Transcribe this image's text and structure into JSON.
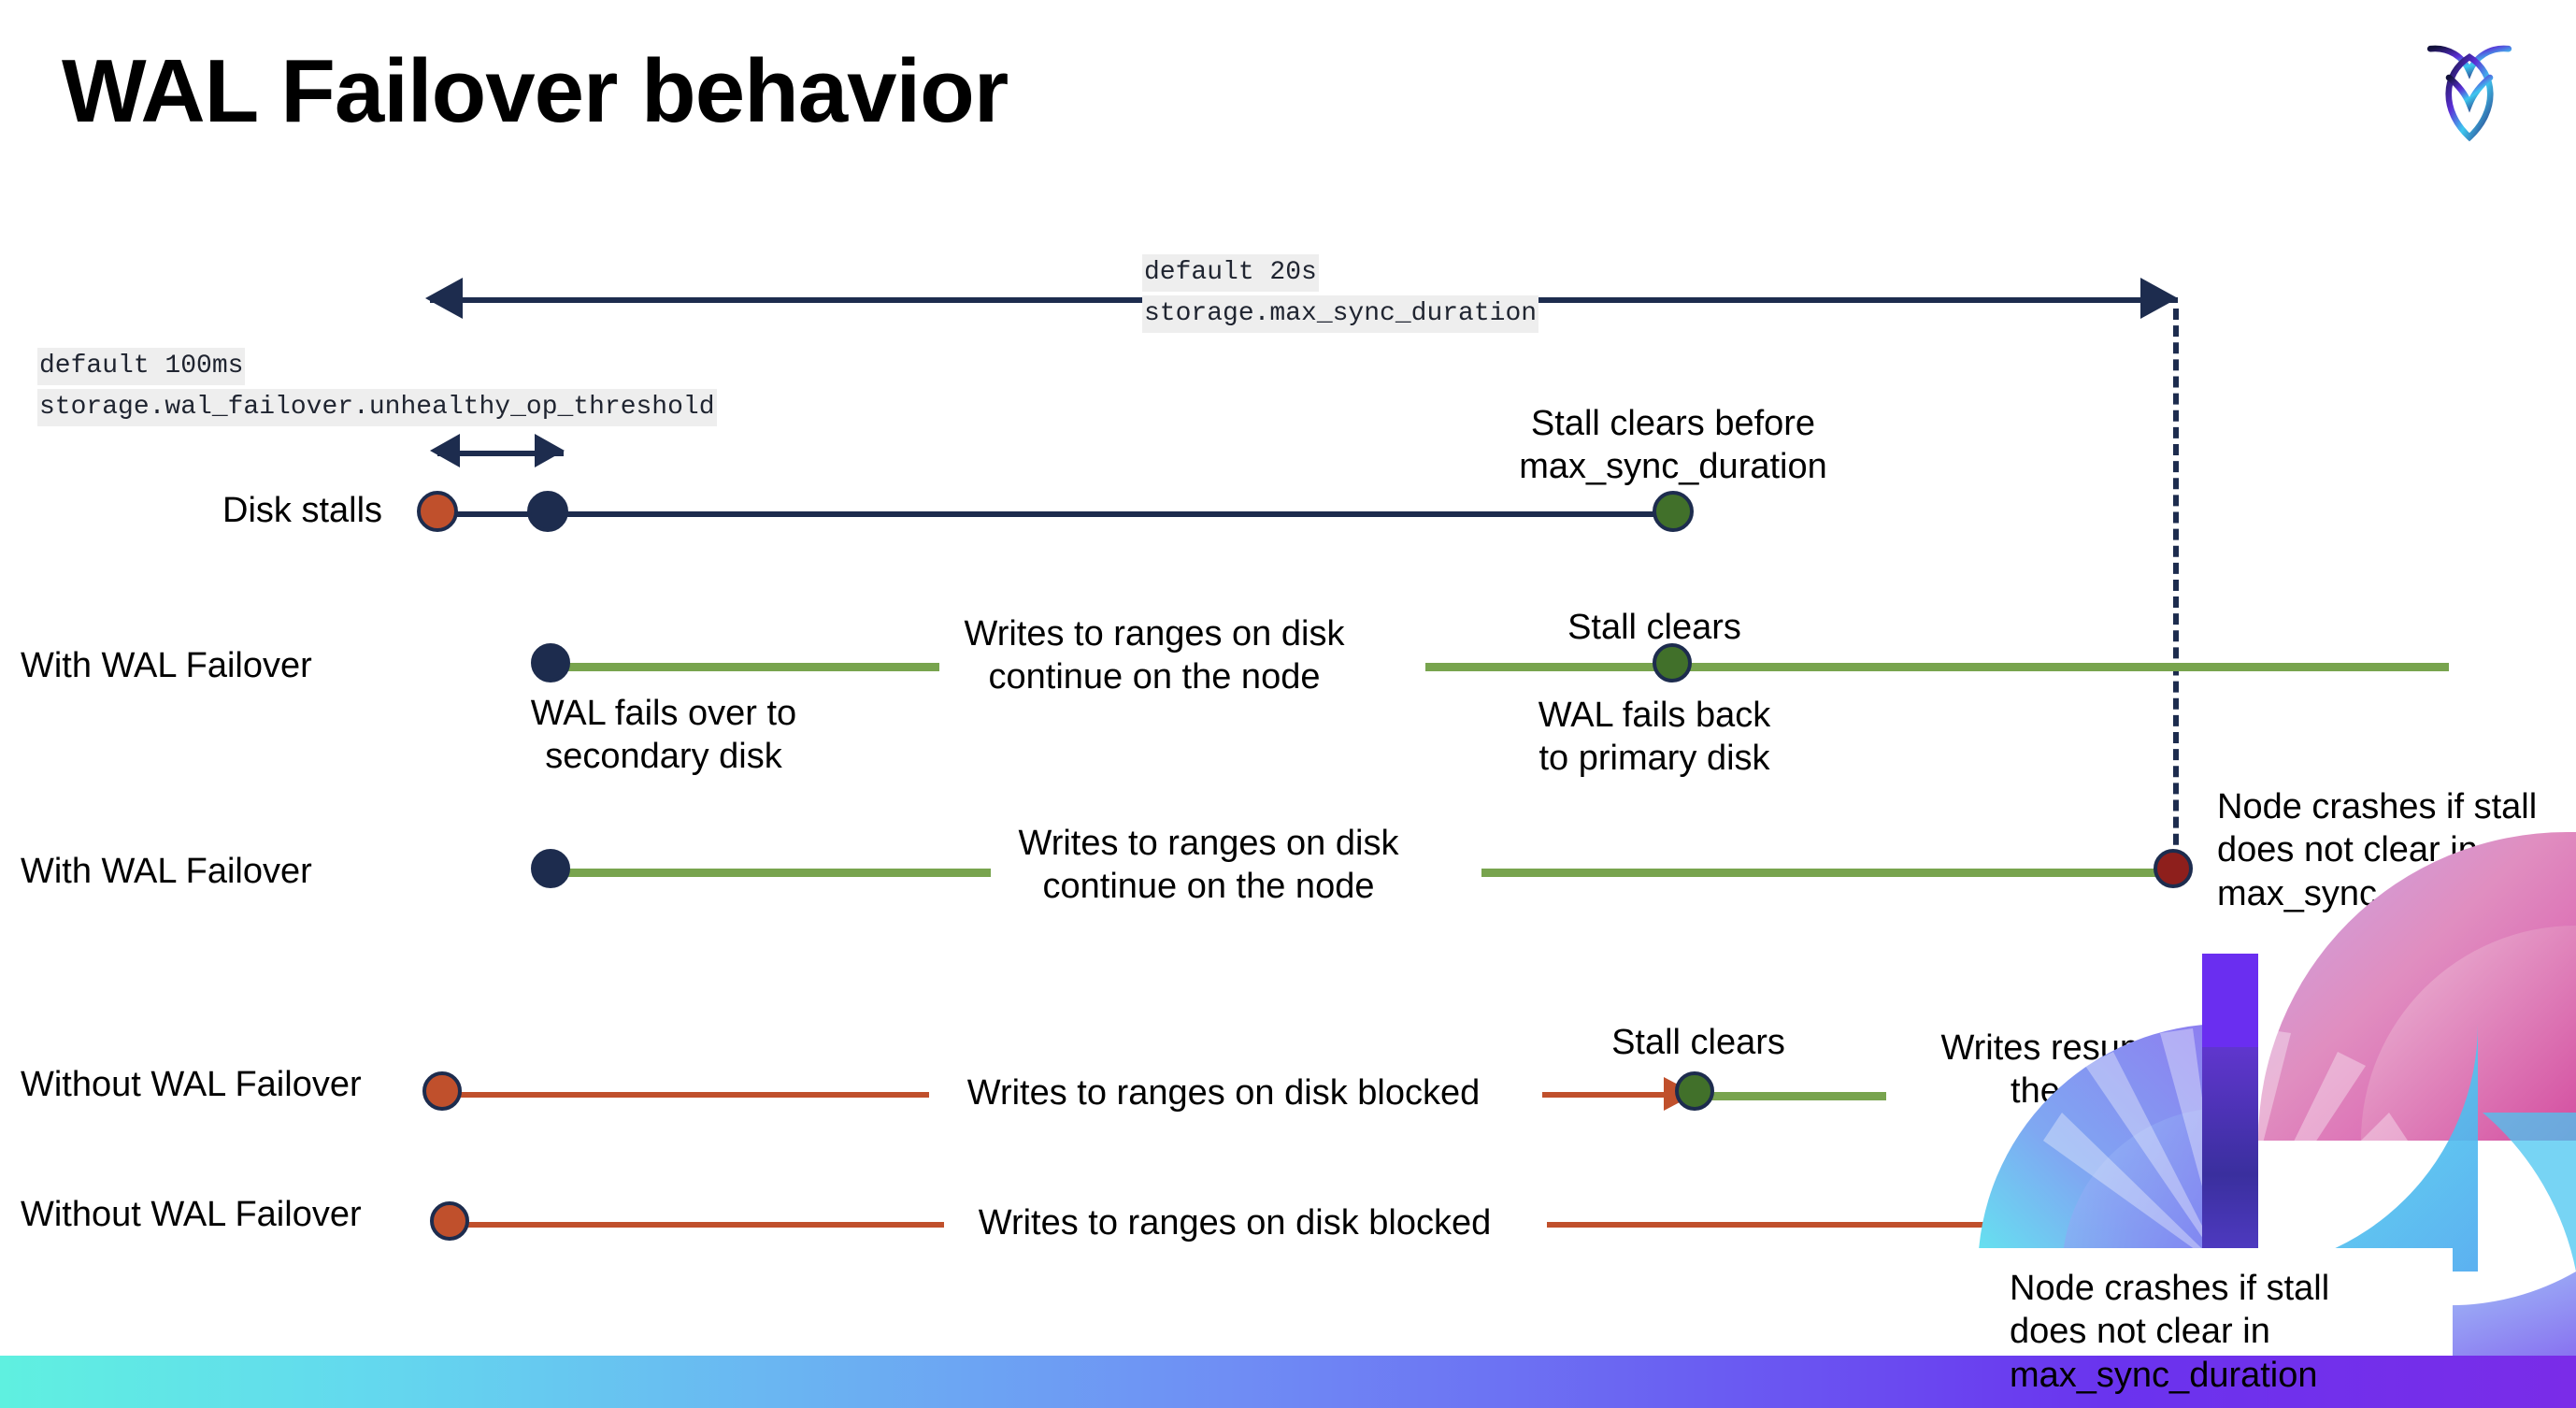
{
  "slide": {
    "title": "WAL Failover behavior",
    "logo_name": "cockroachdb-logo",
    "background": "#ffffff",
    "accent_bar_colors": [
      "#5ff0e0",
      "#6a5ef2",
      "#7a2ce8"
    ]
  },
  "colors": {
    "navy": "#1d2c4e",
    "green_line": "#78a44e",
    "green_dot": "#41702a",
    "red_line": "#c0502c",
    "red_dot": "#c0502c",
    "dark_red_dot": "#8e1f1c",
    "code_bg": "#eeeeee"
  },
  "settings": {
    "max_sync_duration": {
      "default_label": "default 20s",
      "name": "storage.max_sync_duration"
    },
    "unhealthy_op_threshold": {
      "default_label": "default 100ms",
      "name": "storage.wal_failover.unhealthy_op_threshold"
    }
  },
  "rows": [
    {
      "label": "Disk stalls",
      "annotations": [
        "Stall clears before\nmax_sync_duration"
      ]
    },
    {
      "label": "With WAL Failover",
      "annotations": [
        "WAL fails over to\nsecondary disk",
        "Writes to ranges on disk\ncontinue on the node",
        "Stall clears",
        "WAL fails  back\nto primary disk"
      ]
    },
    {
      "label": "With WAL Failover",
      "annotations": [
        "Writes to ranges on disk\ncontinue on the node",
        "Node crashes if stall\ndoes not clear in\nmax_sync_duration"
      ]
    },
    {
      "label": "Without WAL Failover",
      "annotations": [
        "Writes to ranges on disk  blocked",
        "Stall clears",
        "Writes resume on\nthe node"
      ]
    },
    {
      "label": "Without WAL Failover",
      "annotations": [
        "Writes to ranges on disk  blocked",
        "Node crashes if stall\ndoes not clear in\nmax_sync_duration"
      ]
    }
  ]
}
